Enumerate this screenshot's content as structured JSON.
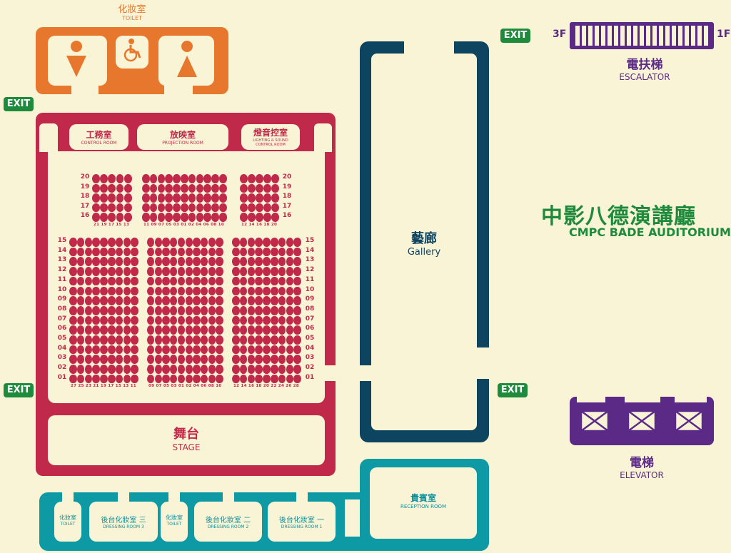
{
  "toilet_top": {
    "zh": "化妝室",
    "en": "TOILET"
  },
  "exits": [
    "EXIT",
    "EXIT",
    "EXIT",
    "EXIT"
  ],
  "rooms_top": [
    {
      "zh": "工務室",
      "en": "CONTROL ROOM"
    },
    {
      "zh": "放映室",
      "en": "PROJECTION ROOM"
    },
    {
      "zh": "燈音控室",
      "en": "LIGHTING & SOUND CONTROL ROOM"
    }
  ],
  "upper": {
    "rows": [
      "20",
      "19",
      "18",
      "17",
      "16"
    ],
    "counts": [
      5,
      11,
      5
    ],
    "col_labels": [
      "21 19 17 15 13",
      "11 09 07 05 03 01 02 04 06 08 10",
      "12 14 16 18 20"
    ]
  },
  "lower": {
    "rows": [
      "15",
      "14",
      "13",
      "12",
      "11",
      "10",
      "09",
      "08",
      "07",
      "06",
      "05",
      "04",
      "03",
      "02",
      "01"
    ],
    "counts": [
      9,
      10,
      9
    ],
    "col_labels": [
      "27 25 23 21 19 17 15 13 11",
      "09 07 05 03 01 02 04 06 08 10",
      "12 14 16 18 20 22 24 26 28"
    ]
  },
  "stage": {
    "zh": "舞台",
    "en": "STAGE"
  },
  "gallery": {
    "zh": "藝廊",
    "en": "Gallery"
  },
  "title": {
    "zh": "中影八德演講廳",
    "en": "CMPC BADE AUDITORIUM"
  },
  "escalator": {
    "zh": "電扶梯",
    "en": "ESCALATOR",
    "from": "3F",
    "to": "1F"
  },
  "elevator": {
    "zh": "電梯",
    "en": "ELEVATOR"
  },
  "backstage": [
    {
      "zh": "化妝室",
      "en": "TOILET"
    },
    {
      "zh": "後台化妝室 三",
      "en": "DRESSING ROOM 3"
    },
    {
      "zh": "化妝室",
      "en": "TOILET"
    },
    {
      "zh": "後台化妝室 二",
      "en": "DRESSING ROOM 2"
    },
    {
      "zh": "後台化妝室 一",
      "en": "DRESSING ROOM 1"
    }
  ],
  "reception": {
    "zh": "貴賓室",
    "en": "RECEPTION ROOM"
  },
  "colors": {
    "red": "#c0294a",
    "orange": "#e8772e",
    "teal": "#0e9aa5",
    "navy": "#0d4460",
    "green": "#1e8a3c",
    "purple": "#5b2a86"
  }
}
